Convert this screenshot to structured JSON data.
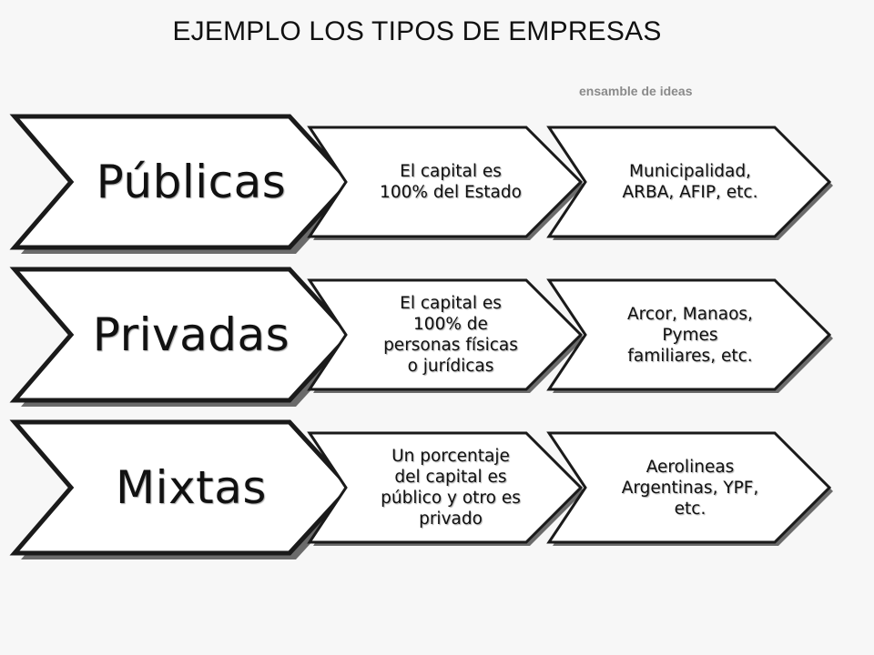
{
  "title": "EJEMPLO LOS TIPOS DE EMPRESAS",
  "credit": "ensamble de ideas",
  "stroke_color": "#1a1a1a",
  "fill_color": "#ffffff",
  "shadow_color": "#6b6b6b",
  "rows": [
    {
      "type": "Públicas",
      "definition": "El capital es\n100% del Estado",
      "examples": "Municipalidad,\nARBA, AFIP, etc."
    },
    {
      "type": "Privadas",
      "definition": "El capital es\n100% de\npersonas físicas\no jurídicas",
      "examples": "Arcor, Manaos,\nPymes\nfamiliares, etc."
    },
    {
      "type": "Mixtas",
      "definition": "Un porcentaje\ndel capital es\npúblico y otro es\nprivado",
      "examples": "Aerolineas\nArgentinas, YPF,\netc."
    }
  ]
}
